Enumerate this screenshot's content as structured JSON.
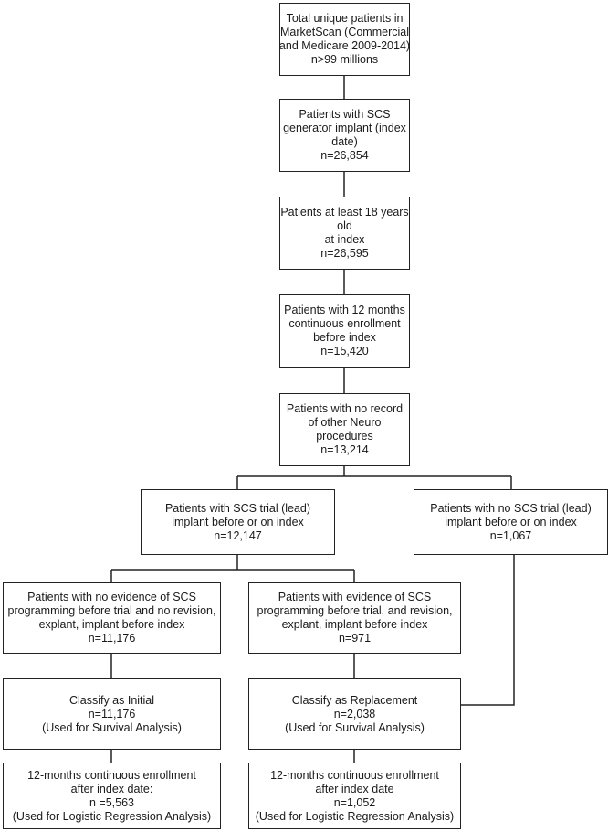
{
  "flowchart": {
    "total": [
      "Total unique patients in",
      "MarketScan (Commercial",
      "and Medicare 2009-2014)",
      "n>99 millions"
    ],
    "scs_generator": [
      "Patients with SCS",
      "generator implant (index",
      "date)",
      "n=26,854"
    ],
    "age18": [
      "Patients at least 18 years",
      "old",
      "at index",
      "n=26,595"
    ],
    "enroll12": [
      "Patients with 12 months",
      "continuous enrollment",
      "before index",
      "n=15,420"
    ],
    "no_neuro": [
      "Patients with no record",
      "of other Neuro",
      "procedures",
      "n=13,214"
    ],
    "trial_yes": [
      "Patients with SCS trial (lead)",
      "implant before or on index",
      "n=12,147"
    ],
    "trial_no": [
      "Patients with no SCS trial (lead)",
      "implant before or on index",
      "n=1,067"
    ],
    "no_evidence": [
      "Patients with no evidence of SCS",
      "programming before trial and no revision,",
      "explant, implant before index",
      "n=11,176"
    ],
    "evidence": [
      "Patients with evidence of SCS",
      "programming before trial, and revision,",
      "explant, implant before index",
      "n=971"
    ],
    "initial": [
      "Classify as Initial",
      "n=11,176",
      "(Used for Survival Analysis)"
    ],
    "replacement": [
      "Classify as Replacement",
      "n=2,038",
      "(Used for Survival Analysis)"
    ],
    "initial_followup": [
      "12-months continuous enrollment",
      "after index date:",
      "n =5,563",
      "(Used for Logistic Regression Analysis)"
    ],
    "replacement_followup": [
      "12-months continuous enrollment",
      "after index date",
      "n=1,052",
      "(Used for Logistic Regression Analysis)"
    ]
  }
}
